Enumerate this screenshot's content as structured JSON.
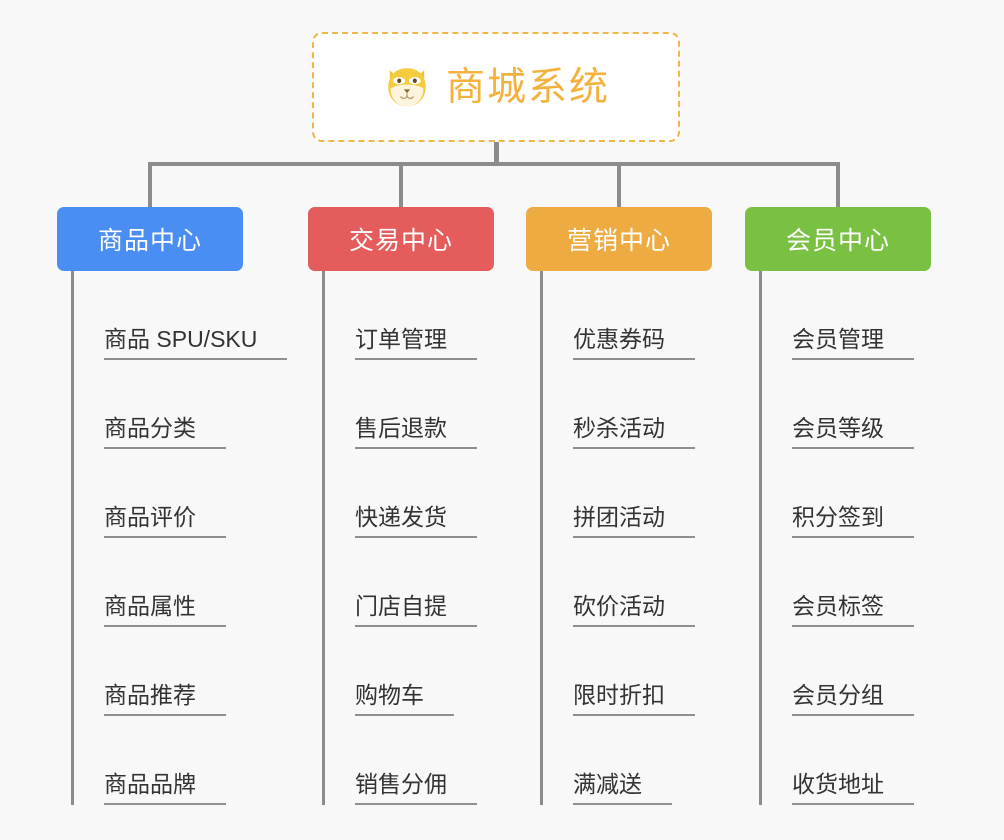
{
  "page": {
    "background_color": "#f8f8f8",
    "connector_color": "#8c8c8c"
  },
  "root": {
    "title": "商城系统",
    "icon": "shiba-dog-face-icon",
    "text_color": "#f3b13d",
    "border_color": "#f0b648",
    "background_color": "#ffffff"
  },
  "columns": [
    {
      "header": "商品中心",
      "color": "#4a8ef4",
      "items": [
        "商品 SPU/SKU",
        "商品分类",
        "商品评价",
        "商品属性",
        "商品推荐",
        "商品品牌"
      ]
    },
    {
      "header": "交易中心",
      "color": "#e55c5c",
      "items": [
        "订单管理",
        "售后退款",
        "快递发货",
        "门店自提",
        "购物车",
        "销售分佣"
      ]
    },
    {
      "header": "营销中心",
      "color": "#eeab42",
      "items": [
        "优惠券码",
        "秒杀活动",
        "拼团活动",
        "砍价活动",
        "限时折扣",
        "满减送"
      ]
    },
    {
      "header": "会员中心",
      "color": "#7ac043",
      "items": [
        "会员管理",
        "会员等级",
        "积分签到",
        "会员标签",
        "会员分组",
        "收货地址"
      ]
    }
  ]
}
